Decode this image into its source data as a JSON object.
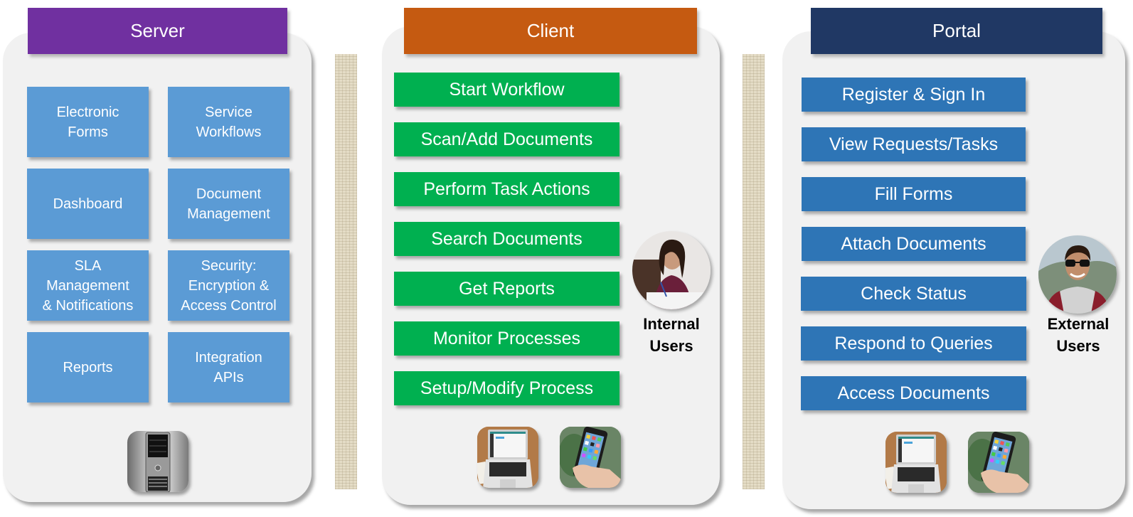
{
  "server": {
    "title": "Server",
    "header_color": "#7030a0",
    "tiles": [
      {
        "label": "Electronic\nForms"
      },
      {
        "label": "Service\nWorkflows"
      },
      {
        "label": "Dashboard"
      },
      {
        "label": "Document\nManagement"
      },
      {
        "label": "SLA\nManagement\n& Notifications"
      },
      {
        "label": "Security:\nEncryption &\nAccess Control"
      },
      {
        "label": "Reports"
      },
      {
        "label": "Integration\nAPIs"
      }
    ],
    "device_icon": "server-tower-icon"
  },
  "client": {
    "title": "Client",
    "header_color": "#c55a11",
    "button_color": "#00b050",
    "actions": [
      {
        "label": "Start Workflow"
      },
      {
        "label": "Scan/Add Documents"
      },
      {
        "label": "Perform Task Actions"
      },
      {
        "label": "Search Documents"
      },
      {
        "label": "Get Reports"
      },
      {
        "label": "Monitor Processes"
      },
      {
        "label": "Setup/Modify Process"
      }
    ],
    "user_label": "Internal\nUsers",
    "device_icons": [
      "laptop-icon",
      "smartphone-icon"
    ]
  },
  "portal": {
    "title": "Portal",
    "header_color": "#203864",
    "button_color": "#2e75b6",
    "actions": [
      {
        "label": "Register & Sign In"
      },
      {
        "label": "View Requests/Tasks"
      },
      {
        "label": "Fill Forms"
      },
      {
        "label": "Attach Documents"
      },
      {
        "label": "Check Status"
      },
      {
        "label": "Respond to Queries"
      },
      {
        "label": "Access Documents"
      }
    ],
    "user_label": "External\nUsers",
    "device_icons": [
      "laptop-icon",
      "smartphone-icon"
    ]
  }
}
